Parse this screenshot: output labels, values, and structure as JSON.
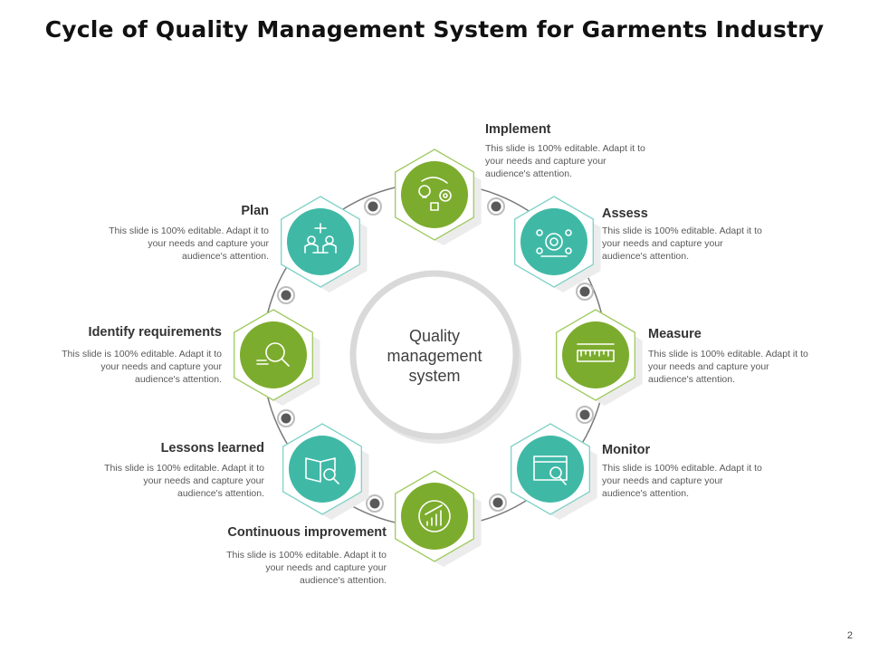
{
  "title": "Cycle of Quality Management System for Garments Industry",
  "center_label": "Quality management system",
  "page_number": "2",
  "colors": {
    "green": "#7cac2d",
    "teal": "#3fb9a6",
    "ring": "#d9d9d9",
    "connector": "#7f7f7f",
    "hex_outline_green": "#9fca60",
    "hex_outline_teal": "#7fd2c6"
  },
  "steps": [
    {
      "key": "implement",
      "heading": "Implement",
      "description": "This slide is 100% editable. Adapt it to your needs and capture your audience's attention.",
      "icon": "idea-gear-icon",
      "color": "green"
    },
    {
      "key": "assess",
      "heading": "Assess",
      "description": "This slide is 100% editable. Adapt it to your needs and capture your audience's attention.",
      "icon": "target-network-icon",
      "color": "teal"
    },
    {
      "key": "measure",
      "heading": "Measure",
      "description": "This slide is 100% editable. Adapt it to your needs and capture your audience's attention.",
      "icon": "ruler-icon",
      "color": "green"
    },
    {
      "key": "monitor",
      "heading": "Monitor",
      "description": "This slide is 100% editable. Adapt it to your needs and capture your audience's attention.",
      "icon": "monitor-eye-icon",
      "color": "teal"
    },
    {
      "key": "continuous",
      "heading": "Continuous improvement",
      "description": "This slide is 100% editable. Adapt it to your needs and capture your audience's attention.",
      "icon": "growth-chart-icon",
      "color": "green"
    },
    {
      "key": "lessons",
      "heading": "Lessons learned",
      "description": "This slide is 100% editable. Adapt it to your needs and capture your audience's attention.",
      "icon": "book-search-icon",
      "color": "teal"
    },
    {
      "key": "identify",
      "heading": "Identify requirements",
      "description": "This slide is 100% editable. Adapt it to your needs and capture your audience's attention.",
      "icon": "magnifier-icon",
      "color": "green"
    },
    {
      "key": "plan",
      "heading": "Plan",
      "description": "This slide is 100% editable. Adapt it to your needs and capture your audience's attention.",
      "icon": "meeting-plan-icon",
      "color": "teal"
    }
  ]
}
